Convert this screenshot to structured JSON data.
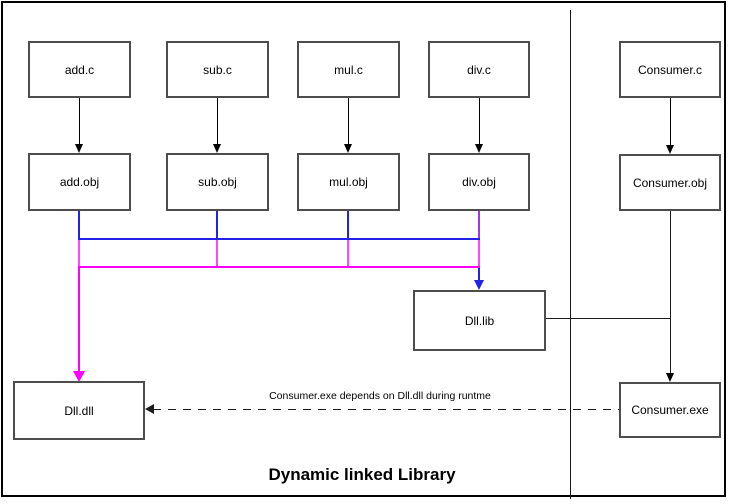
{
  "diagram": {
    "title": "Dynamic linked Library",
    "runtime_note": "Consumer.exe depends on Dll.dll during runtme",
    "nodes": {
      "add_c": {
        "label": "add.c"
      },
      "sub_c": {
        "label": "sub.c"
      },
      "mul_c": {
        "label": "mul.c"
      },
      "div_c": {
        "label": "div.c"
      },
      "consumer_c": {
        "label": "Consumer.c"
      },
      "add_obj": {
        "label": "add.obj"
      },
      "sub_obj": {
        "label": "sub.obj"
      },
      "mul_obj": {
        "label": "mul.obj"
      },
      "div_obj": {
        "label": "div.obj"
      },
      "consumer_obj": {
        "label": "Consumer.obj"
      },
      "dll_lib": {
        "label": "Dll.lib"
      },
      "dll_dll": {
        "label": "Dll.dll"
      },
      "consumer_exe": {
        "label": "Consumer.exe"
      }
    },
    "edges": [
      {
        "from": "add.c",
        "to": "add.obj",
        "style": "solid",
        "color": "#000000"
      },
      {
        "from": "sub.c",
        "to": "sub.obj",
        "style": "solid",
        "color": "#000000"
      },
      {
        "from": "mul.c",
        "to": "mul.obj",
        "style": "solid",
        "color": "#000000"
      },
      {
        "from": "div.c",
        "to": "div.obj",
        "style": "solid",
        "color": "#000000"
      },
      {
        "from": "Consumer.c",
        "to": "Consumer.obj",
        "style": "solid",
        "color": "#000000"
      },
      {
        "from": "add.obj",
        "to": "Dll.lib",
        "style": "solid",
        "color": "#2323e8"
      },
      {
        "from": "sub.obj",
        "to": "Dll.lib",
        "style": "solid",
        "color": "#2323e8"
      },
      {
        "from": "mul.obj",
        "to": "Dll.lib",
        "style": "solid",
        "color": "#2323e8"
      },
      {
        "from": "div.obj",
        "to": "Dll.lib",
        "style": "solid",
        "color": "#2323e8"
      },
      {
        "from": "add.obj",
        "to": "Dll.dll",
        "style": "solid",
        "color": "#ff00ff"
      },
      {
        "from": "sub.obj",
        "to": "Dll.dll",
        "style": "solid",
        "color": "#ff00ff"
      },
      {
        "from": "mul.obj",
        "to": "Dll.dll",
        "style": "solid",
        "color": "#ff00ff"
      },
      {
        "from": "div.obj",
        "to": "Dll.dll",
        "style": "solid",
        "color": "#ff00ff"
      },
      {
        "from": "Dll.lib",
        "to": "Consumer.exe",
        "style": "solid",
        "color": "#000000"
      },
      {
        "from": "Consumer.obj",
        "to": "Consumer.exe",
        "style": "solid",
        "color": "#000000"
      },
      {
        "from": "Consumer.exe",
        "to": "Dll.dll",
        "style": "dashed",
        "color": "#000000",
        "label": "Consumer.exe depends on Dll.dll during runtme"
      }
    ],
    "colors": {
      "lib_link_blue": "#2323e8",
      "dll_link_magenta": "#ff00ff",
      "overlap_violet": "#a335ee",
      "flow_black": "#000000"
    }
  }
}
